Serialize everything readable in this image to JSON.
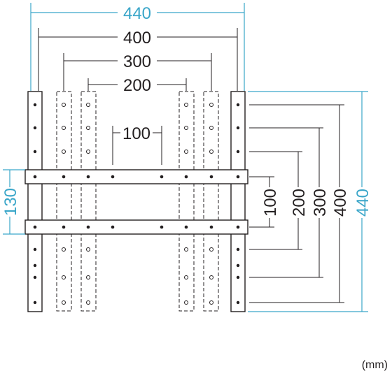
{
  "diagram": {
    "overall_width_label": "440",
    "hole_spacing_labels": [
      "400",
      "300",
      "200",
      "100"
    ],
    "vertical_hole_spacing_labels": [
      "100",
      "200",
      "300",
      "400"
    ],
    "overall_height_label": "440",
    "rail_spacing_label": "130",
    "unit_label": "(mm)",
    "colors": {
      "line": "#231f20",
      "accent": "#3aa6c9",
      "part_outline": "#231f20",
      "background": "#ffffff"
    }
  }
}
